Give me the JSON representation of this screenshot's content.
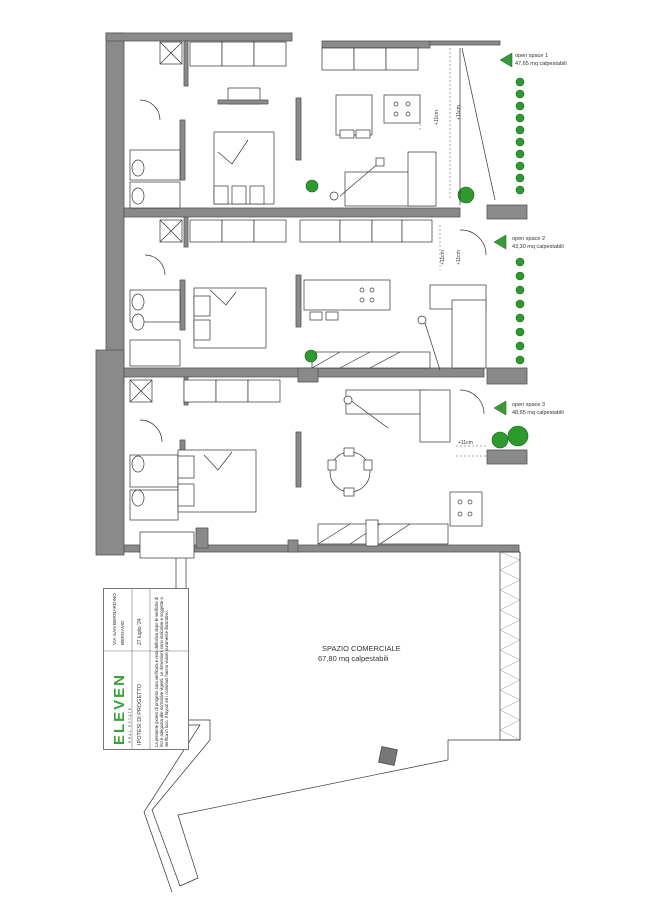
{
  "plan": {
    "units": [
      {
        "name": "open space 1",
        "area": "47,65 mq calpestabili"
      },
      {
        "name": "open space 2",
        "area": "43,30 mq calpestabili"
      },
      {
        "name": "open space 3",
        "area": "48,65 mq calpestabili"
      }
    ],
    "commercial": {
      "name": "SPAZIO COMERCIALE",
      "area": "67,80 mq  calpestabili"
    },
    "dimensions": [
      "+11cm",
      "+11cm",
      "+11cm",
      "+11cm",
      "+11cm"
    ]
  },
  "titleblock": {
    "logo": "ELEVEN",
    "logo_sub": "REAL ESTATE",
    "address_line1": "VIA SAN BERNARDINO",
    "address_line2": "BERGAMO",
    "project": "IPOTESI DI PROGETTO",
    "date": "27 luglio '24",
    "note": "La presente ipotesi di progetto sara verificata e resa definitiva dopo le verifiche di rito e adeguata alle normative vigenti. Le dimensioni sono indicative e soggette a verifica in loco. Il layout ed i contenuti hanno valore puramente illustrativo."
  },
  "colors": {
    "wall": "#8a8a8a",
    "accent_green": "#2e9a2e",
    "logo_green": "#3aa33a"
  }
}
